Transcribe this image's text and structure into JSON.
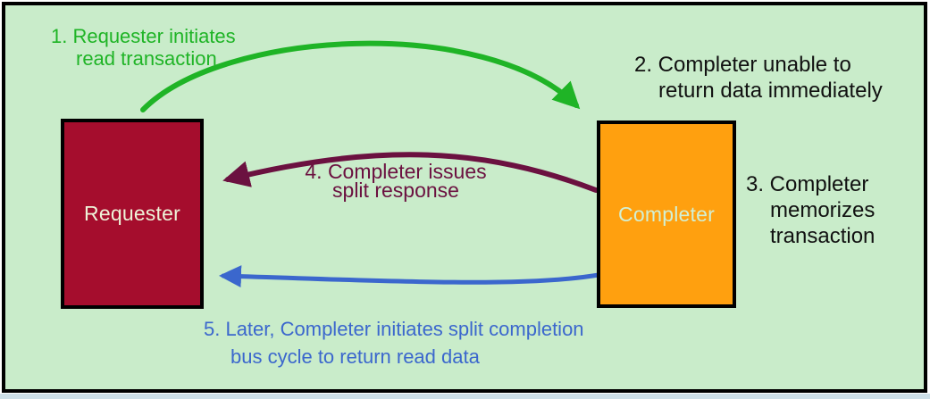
{
  "colors": {
    "background": "#c9ecca",
    "frame_border": "#000000",
    "bottom_strip": "#cddfe8",
    "requester_fill": "#a50d2d",
    "requester_text": "#eef2d8",
    "completer_fill": "#ffa00f",
    "completer_text": "#d2f0d4",
    "green": "#1fb426",
    "maroon": "#6b1140",
    "blue": "#3b67cd",
    "black_text": "#111111"
  },
  "boxes": {
    "requester": {
      "label": "Requester"
    },
    "completer": {
      "label": "Completer"
    }
  },
  "annotations": {
    "step1": {
      "lines": [
        "1. Requester initiates",
        "read transaction"
      ]
    },
    "step2": {
      "lines": [
        "2. Completer unable to",
        "return data immediately"
      ]
    },
    "step3": {
      "lines": [
        "3. Completer",
        "memorizes",
        "transaction"
      ]
    },
    "step4": {
      "lines": [
        "4. Completer issues",
        "split response"
      ]
    },
    "step5": {
      "lines": [
        "5. Later, Completer initiates split completion",
        "bus cycle to return read data"
      ]
    }
  },
  "arrows": {
    "step1": {
      "from": "Requester",
      "to": "Completer",
      "color": "#1fb426"
    },
    "step4": {
      "from": "Completer",
      "to": "Requester",
      "color": "#6b1140"
    },
    "step5": {
      "from": "Completer",
      "to": "Requester",
      "color": "#3b67cd"
    }
  }
}
